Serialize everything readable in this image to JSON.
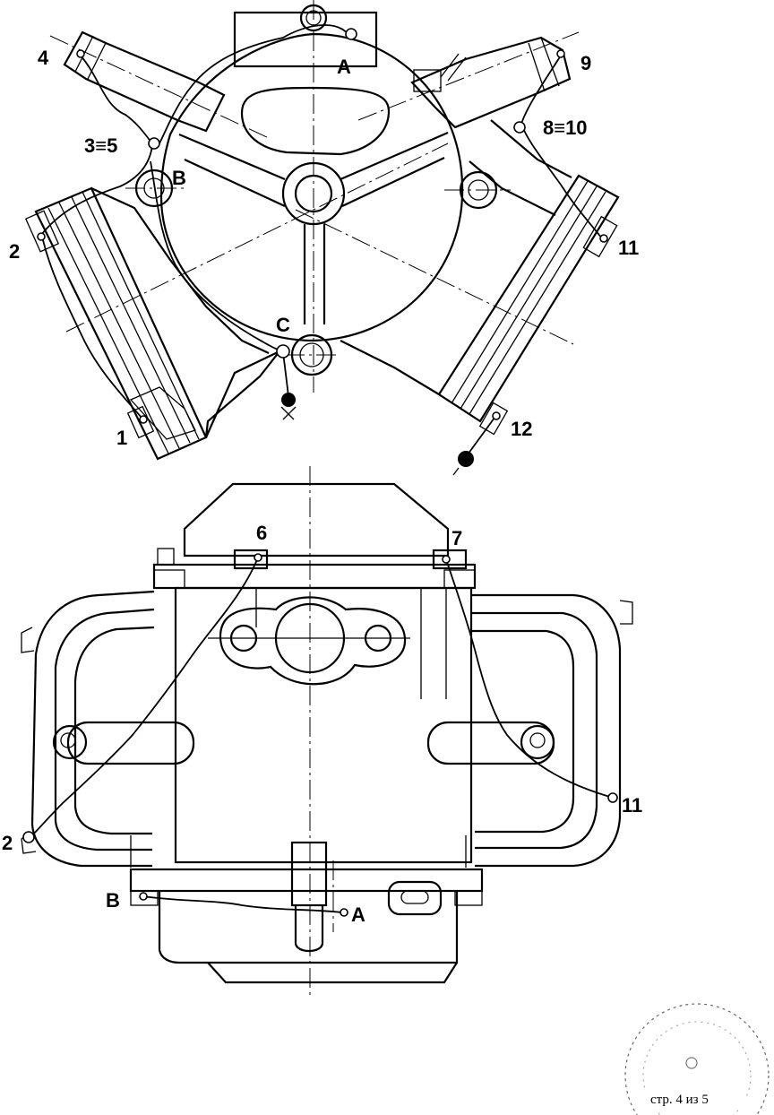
{
  "top_view": {
    "labels": {
      "A": "A",
      "B": "B",
      "C": "C",
      "p1": "1",
      "p2": "2",
      "p3_5": "3≡5",
      "p4": "4",
      "p8_10": "8≡10",
      "p9": "9",
      "p11": "11",
      "p12": "12"
    }
  },
  "bottom_view": {
    "labels": {
      "p2": "2",
      "p6": "6",
      "p7": "7",
      "p11": "11",
      "A": "A",
      "B": "B"
    }
  },
  "footer": {
    "page": "стр. 4 из 5"
  }
}
